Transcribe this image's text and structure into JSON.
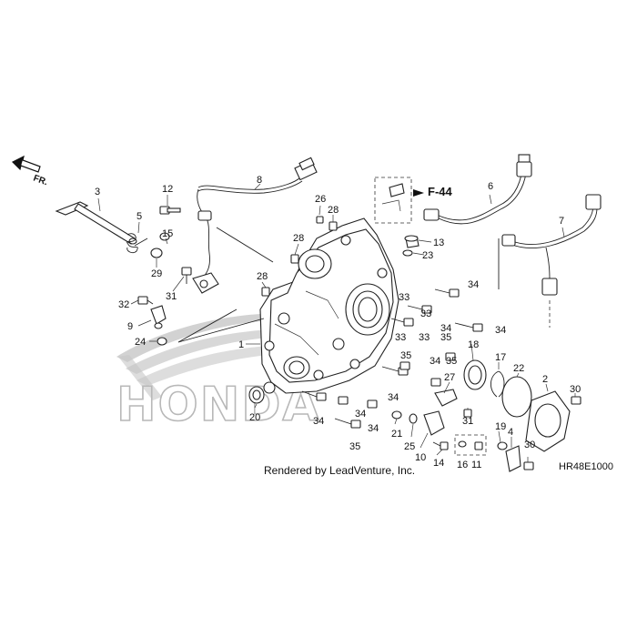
{
  "diagram": {
    "direction_label": "FR.",
    "reference_label": "F-44",
    "watermark": "HONDA",
    "caption": "Rendered by LeadVenture, Inc.",
    "diagram_code": "HR48E1000",
    "callouts": {
      "c1": "1",
      "c2": "2",
      "c3": "3",
      "c4": "4",
      "c5": "5",
      "c6": "6",
      "c7": "7",
      "c8": "8",
      "c10": "10",
      "c11": "11",
      "c12": "12",
      "c13": "13",
      "c14": "14",
      "c15": "15",
      "c16": "16",
      "c17": "17",
      "c18": "18",
      "c19": "19",
      "c20": "20",
      "c21": "21",
      "c22": "22",
      "c23": "23",
      "c24": "24",
      "c25": "25",
      "c26": "26",
      "c27": "27",
      "c28a": "28",
      "c28b": "28",
      "c28c": "28",
      "c29": "29",
      "c30a": "30",
      "c30b": "30",
      "c31a": "31",
      "c31b": "31",
      "c32": "32",
      "c33a": "33",
      "c33b": "33",
      "c34a": "34",
      "c34b": "34",
      "c34c": "34",
      "c34d": "34",
      "c34e": "34",
      "c34f": "34",
      "c34g": "34",
      "c35a": "35",
      "c35b": "35",
      "c35c": "35",
      "c9": "9"
    }
  }
}
